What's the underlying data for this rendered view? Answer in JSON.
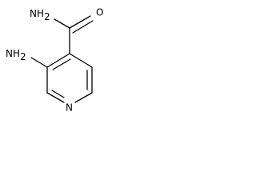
{
  "molecule": {
    "atoms": {
      "amide_oxygen": "O",
      "amide_nitrogen": "NH",
      "amide_nitrogen_sub": "2",
      "amino_nitrogen": "NH",
      "amino_nitrogen_sub": "2",
      "ring_nitrogen": "N"
    },
    "colors": {
      "bond": "#000000",
      "label": "#000000",
      "background": "#ffffff"
    }
  }
}
